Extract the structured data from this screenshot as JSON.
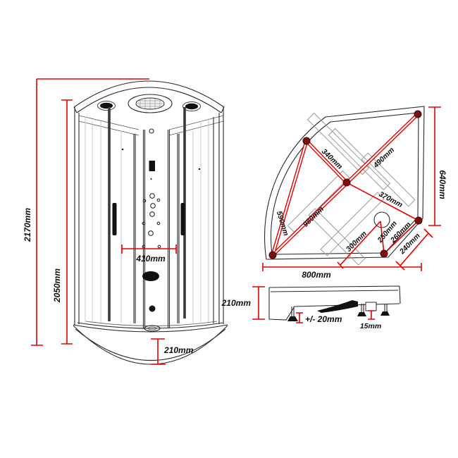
{
  "title": "Quadrant steam shower cabin technical dimension drawing",
  "colors": {
    "dimension_red": "#e60000",
    "outline_black": "#2b2b2b",
    "groove_gray": "#9a9a9a",
    "marker_dot": "#7a1111"
  },
  "front_view": {
    "total_height": "2170mm",
    "cabin_height": "2050mm",
    "mid_width": "410mm",
    "tray_height": "210mm"
  },
  "top_view": {
    "width": "800mm",
    "depth": "640mm",
    "corner_edge": "240mm",
    "back_left_to_center": "340mm",
    "center_to_back_corner": "490mm",
    "long_diagonal": "980mm",
    "left_side_diagonal": "590mm",
    "center_to_right_corner": "370mm",
    "drain_to_front_corner": "250mm",
    "right_to_front_corner": "260mm",
    "drain_to_front_edge": "300mm"
  },
  "side_view": {
    "tray_height": "210mm",
    "foot_adjustment": "+/- 20mm",
    "foot_height": "15mm"
  }
}
